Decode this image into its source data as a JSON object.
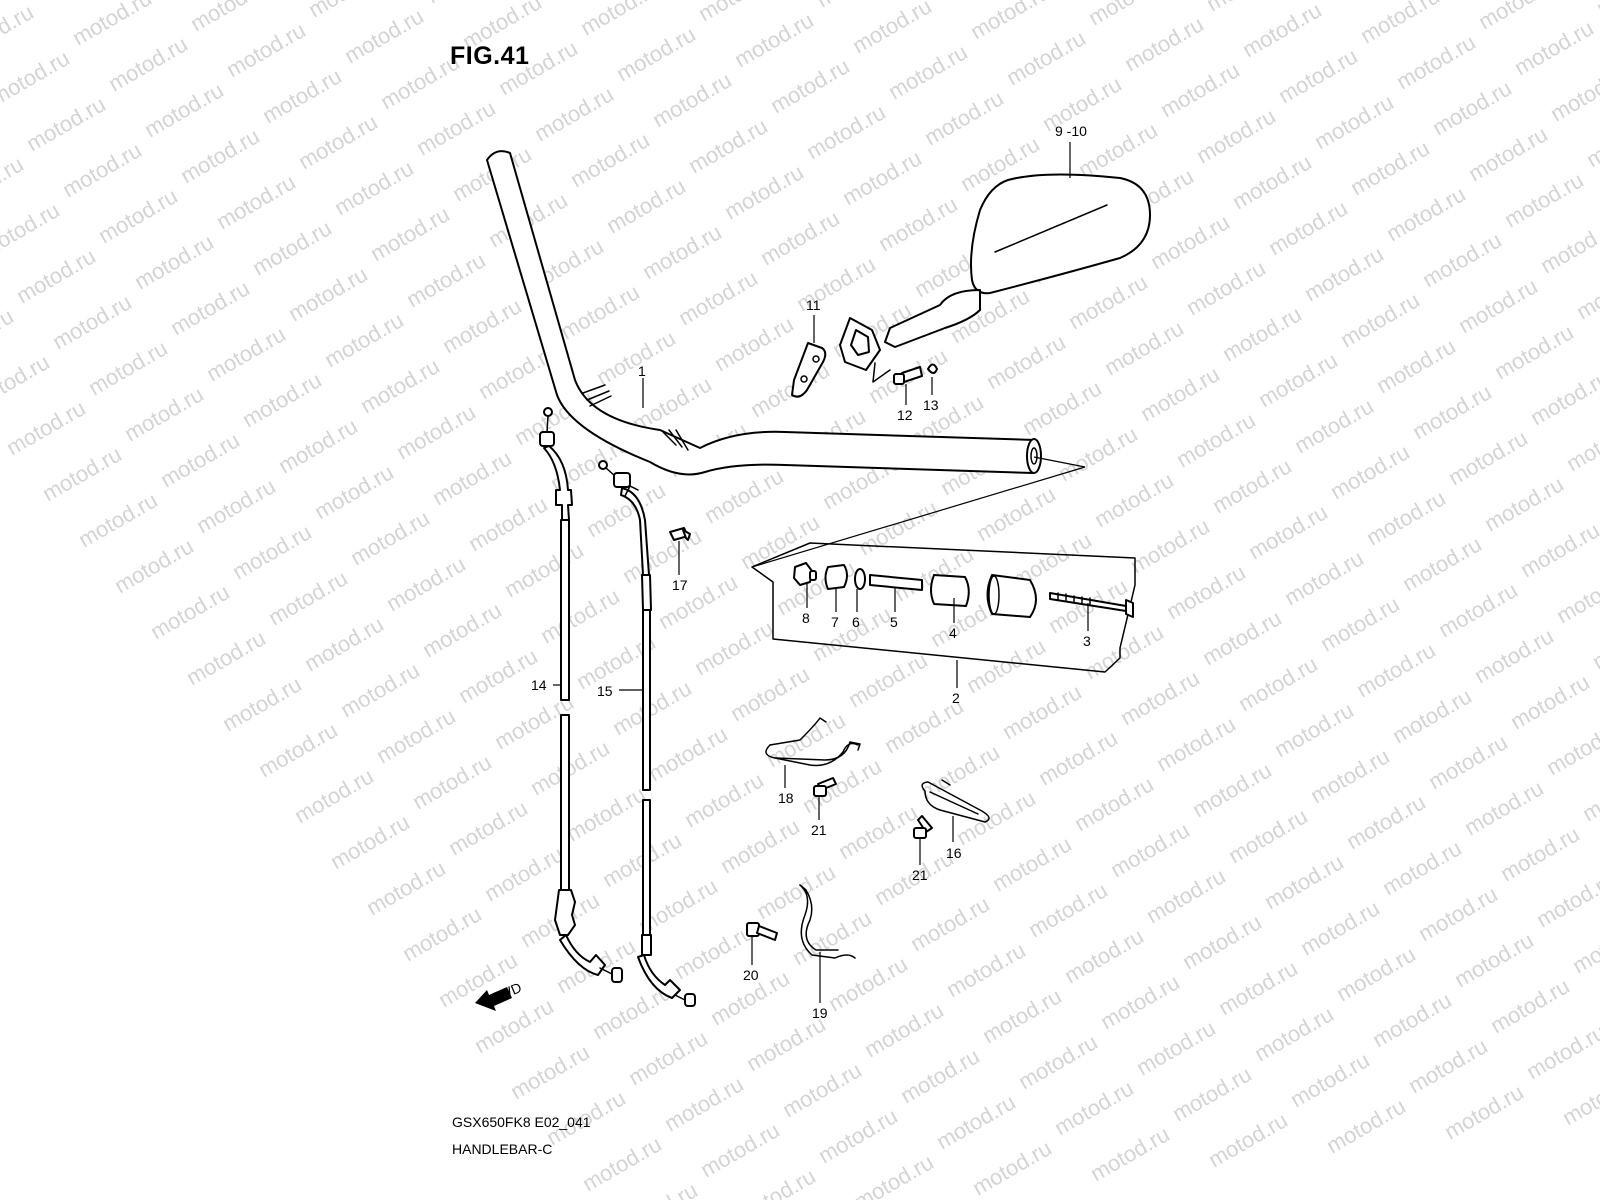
{
  "figure": {
    "title": "FIG.41"
  },
  "watermark": {
    "text": "motod.ru"
  },
  "callouts": {
    "c1": "1",
    "c2": "2",
    "c3": "3",
    "c4": "4",
    "c5": "5",
    "c6": "6",
    "c7": "7",
    "c8": "8",
    "c9_10": "9 -10",
    "c11": "11",
    "c12": "12",
    "c13": "13",
    "c14": "14",
    "c15": "15",
    "c16": "16",
    "c17": "17",
    "c18": "18",
    "c19": "19",
    "c20": "20",
    "c21a": "21",
    "c21b": "21"
  },
  "fwd_badge": {
    "text": "FWD"
  },
  "footer": {
    "model_code": "GSX650FK8 E02_041",
    "section_name": "HANDLEBAR-C"
  }
}
